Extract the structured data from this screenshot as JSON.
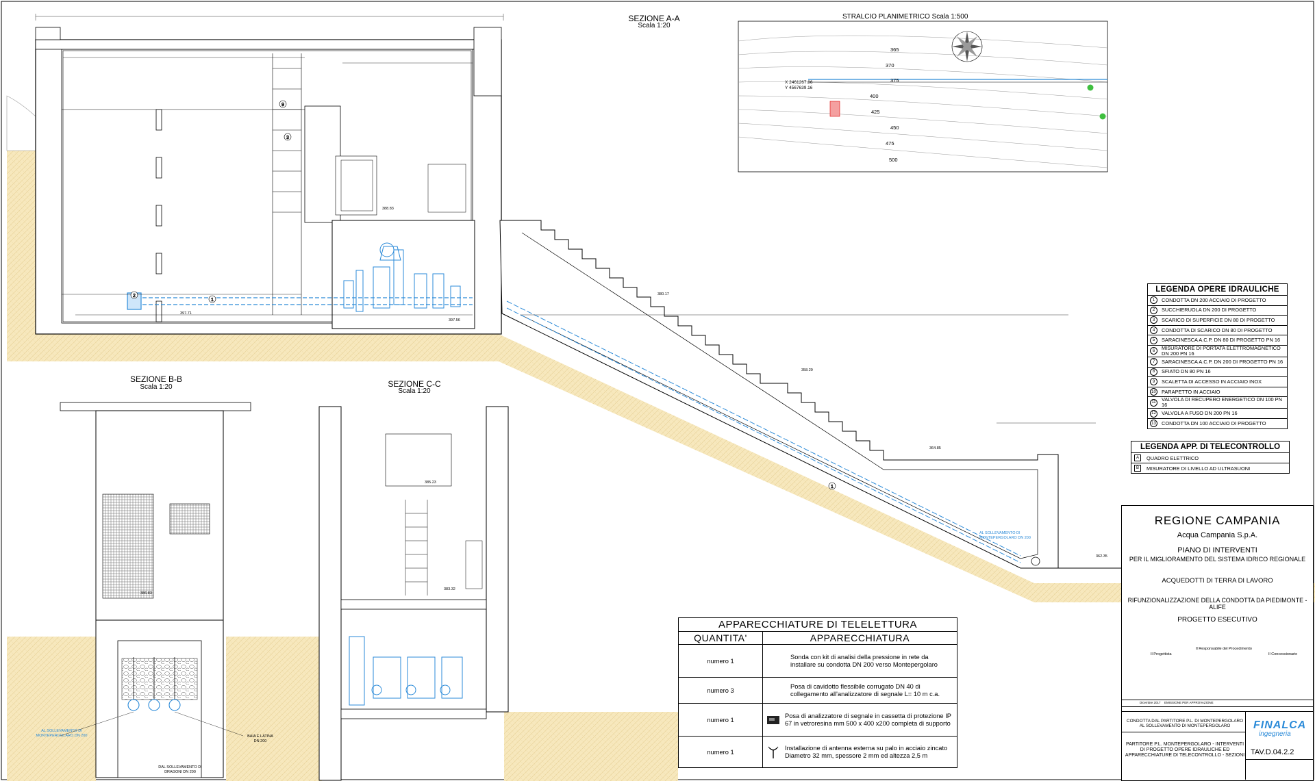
{
  "sections": {
    "aa": {
      "title": "SEZIONE  A-A",
      "scale": "Scala 1:20"
    },
    "bb": {
      "title": "SEZIONE  B-B",
      "scale": "Scala 1:20"
    },
    "cc": {
      "title": "SEZIONE  C-C",
      "scale": "Scala 1:20"
    }
  },
  "plan": {
    "title": "STRALCIO PLANIMETRICO Scala 1:500",
    "contours": [
      "365",
      "370",
      "375",
      "400",
      "425",
      "450",
      "475",
      "500"
    ],
    "coords": [
      "X 2461267.86",
      "Y 4567639.16"
    ]
  },
  "legend_hydraulic": {
    "title": "LEGENDA OPERE IDRAULICHE",
    "items": [
      {
        "num": "1",
        "label": "CONDOTTA DN 200 ACCIAIO DI PROGETTO"
      },
      {
        "num": "2",
        "label": "SUCCHIERUOLA DN 200 DI PROGETTO"
      },
      {
        "num": "3",
        "label": "SCARICO DI SUPERFICIE DN 80 DI PROGETTO"
      },
      {
        "num": "4",
        "label": "CONDOTTA DI SCARICO  DN 80 DI PROGETTO"
      },
      {
        "num": "5",
        "label": "SARACINESCA A.C.P. DN 80 DI PROGETTO PN 16"
      },
      {
        "num": "6",
        "label": "MISURATORE DI PORTATA ELETTROMAGNETICO DN 200 PN 16"
      },
      {
        "num": "7",
        "label": "SARACINESCA A.C.P. DN 200 DI PROGETTO PN 16"
      },
      {
        "num": "8",
        "label": "SFIATO DN 80 PN 16"
      },
      {
        "num": "9",
        "label": "SCALETTA DI ACCESSO IN ACCIAIO INOX"
      },
      {
        "num": "10",
        "label": "PARAPETTO IN ACCIAIO"
      },
      {
        "num": "11",
        "label": "VALVOLA DI RECUPERO ENERGETICO DN 100 PN 16"
      },
      {
        "num": "12",
        "label": "VALVOLA A FUSO DN 200 PN 16"
      },
      {
        "num": "13",
        "label": "CONDOTTA DN 100 ACCIAIO DI PROGETTO"
      }
    ]
  },
  "legend_telecontrol": {
    "title": "LEGENDA APP. DI TELECONTROLLO",
    "items": [
      {
        "sym": "A",
        "label": "QUADRO ELETTRICO"
      },
      {
        "sym": "B",
        "label": "MISURATORE DI LIVELLO AD ULTRASUONI"
      }
    ]
  },
  "equipment_table": {
    "title": "APPARECCHIATURE DI TELELETTURA",
    "col_qty": "QUANTITA'",
    "col_item": "APPARECCHIATURA",
    "rows": [
      {
        "qty": "numero 1",
        "desc": "Sonda con kit di analisi della pressione in rete da installare su condotta DN 200 verso Montepergolaro"
      },
      {
        "qty": "numero 3",
        "desc": "Posa di cavidotto flessibile corrugato DN 40 di collegamento all'analizzatore di segnale L= 10 m c.a."
      },
      {
        "qty": "numero 1",
        "desc": "Posa di analizzatore di segnale in cassetta di protezione IP 67 in vetroresina mm 500 x 400 x200 completa di supporto"
      },
      {
        "qty": "numero 1",
        "desc": "Installazione di antenna esterna su palo in acciaio zincato Diametro 32 mm, spessore 2 mm ed altezza 2,5 m"
      }
    ]
  },
  "title_block": {
    "region": "REGIONE CAMPANIA",
    "company": "Acqua Campania S.p.A.",
    "plan_title": "PIANO DI INTERVENTI",
    "plan_subtitle": "PER IL MIGLIORAMENTO DEL SISTEMA IDRICO REGIONALE",
    "aqueduct": "ACQUEDOTTI DI TERRA DI LAVORO",
    "project_name": "RIFUNZIONALIZZAZIONE DELLA CONDOTTA DA PIEDIMONTE - ALIFE",
    "phase": "PROGETTO ESECUTIVO",
    "roles": [
      "Il Progettista",
      "Il Responsabile del Procedimento",
      "Il Concessionario"
    ],
    "revision_date": "Dicembre 2017",
    "revision_note": "EMISSIONE PER APPROVAZIONE",
    "subject_1": "CONDOTTA DAL PARTITORE P.L. DI MONTEPERGOLARO AL SOLLEVAMENTO DI MONTEPERGOLARO",
    "subject_2": "PARTITORE P.L. MONTEPERGOLARO - INTERVENTI DI PROGETTO OPERE IDRAULICHE ED APPARECCHIATURE DI TELECONTROLLO - SEZIONI",
    "firm": "FINALCA",
    "firm_sub": "ingegneria",
    "drawing_code": "TAV.D.04.2.2"
  },
  "annotations": {
    "to_pumping": "AL SOLLEVAMENTO DI MONTEPERGOLARO DN 200",
    "from_pumping": "DAL SOLLEVAMENTO DI DRAGONI DN 200",
    "to_baia": "BAIA E LATINA DN 200",
    "elevations": [
      "397.71",
      "397.56",
      "388.83",
      "380.17",
      "358.29",
      "364.85",
      "362.35",
      "386.83",
      "385.23",
      "383.32"
    ]
  },
  "colors": {
    "ground": "#f5e6b8",
    "blue_pipe": "#2a8ad8",
    "stroke": "#000000"
  }
}
